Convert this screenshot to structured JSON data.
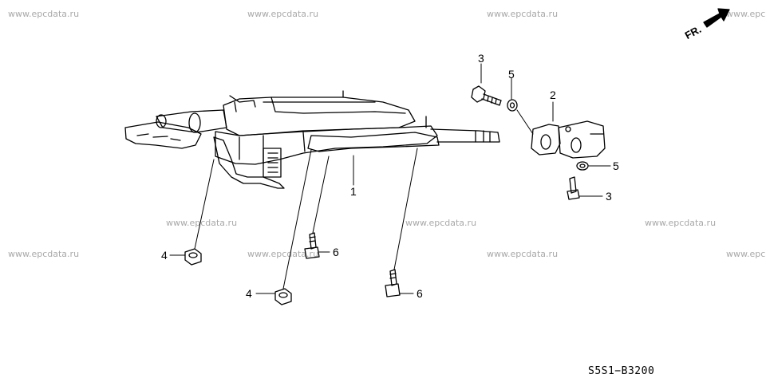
{
  "watermark_text": "www.epcdata.ru",
  "watermark_partial": "www.epc",
  "direction_label": "FR.",
  "diagram_code": "S5S1−B3200",
  "callouts": {
    "c1": "1",
    "c2": "2",
    "c3_top": "3",
    "c3_bottom": "3",
    "c4_left": "4",
    "c4_bottom": "4",
    "c5_top": "5",
    "c5_right": "5",
    "c6_mid": "6",
    "c6_bottom": "6"
  }
}
